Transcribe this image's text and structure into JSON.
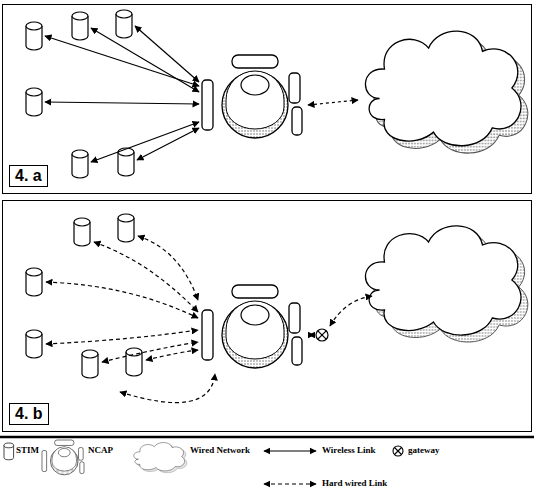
{
  "diagram": {
    "nodes": [
      {
        "text": [
          "4. a"
        ]
      },
      {
        "text": [
          "4. b"
        ]
      }
    ],
    "legend": [
      {
        "text": "STIM"
      },
      {
        "text": "NCAP"
      },
      {
        "text": "Wired Network"
      },
      {
        "text": "Wireless Link"
      },
      {
        "text": "gateway"
      },
      {
        "text": "Hard wired Link"
      }
    ]
  }
}
